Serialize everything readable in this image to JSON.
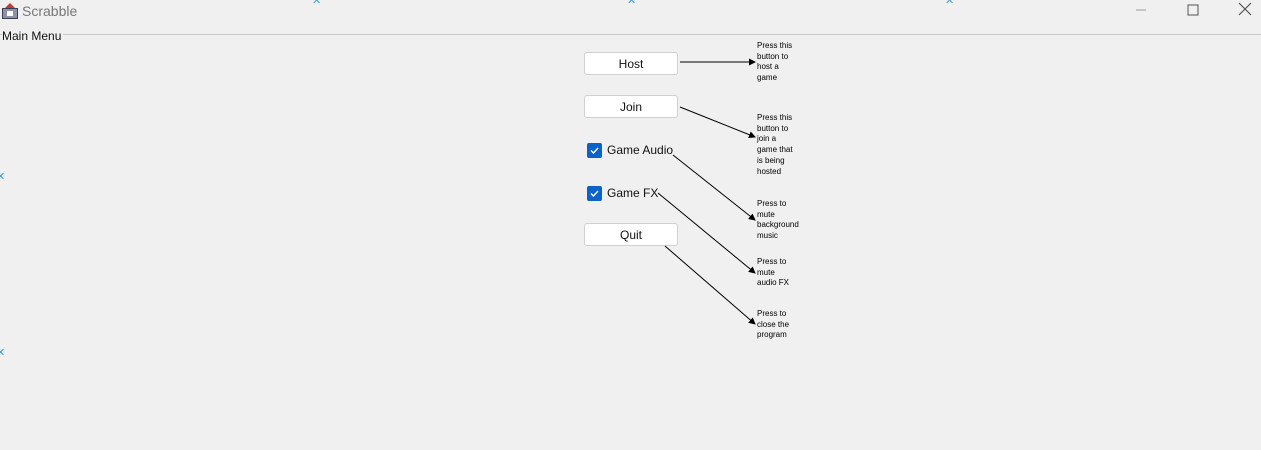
{
  "window": {
    "title": "Scrabble",
    "icon": "scrabble-app-icon",
    "controls": [
      "minimize-icon",
      "maximize-icon",
      "close-icon"
    ]
  },
  "menu": {
    "title": "Main Menu",
    "host_label": "Host",
    "join_label": "Join",
    "audio_label": "Game Audio",
    "audio_checked": true,
    "fx_label": "Game FX",
    "fx_checked": true,
    "quit_label": "Quit"
  },
  "annotations": {
    "host": "Press this\nbutton to\nhost a\ngame",
    "join": "Press this\nbutton to\njoin a\ngame that\nis being\nhosted",
    "audio": "Press to\nmute\nbackground\nmusic",
    "fx": "Press to\nmute\naudio FX",
    "quit": "Press to\nclose the\nprogram"
  },
  "colors": {
    "background": "#f0f0f0",
    "checkbox": "#0a64c8",
    "sparkle": "#36a3e0"
  }
}
